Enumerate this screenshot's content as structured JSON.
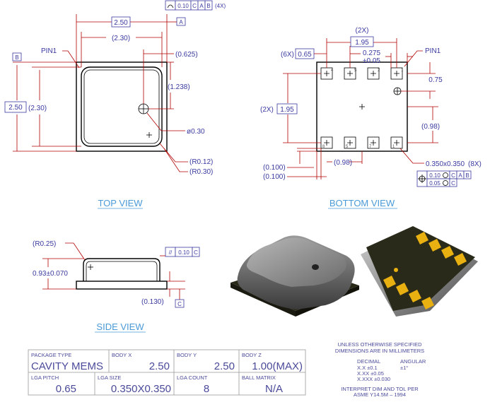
{
  "top_view": {
    "view_label": "TOP VIEW",
    "dim_2_50": "2.50",
    "dim_2_30": "(2.30)",
    "dim_0_625": "(0.625)",
    "dim_1_238": "(1.238)",
    "dim_left_2_50": "2.50",
    "dim_left_2_30": "(2.30)",
    "pin1": "PIN1",
    "dim_dia": "ø0.30",
    "dim_r012": "(R0.12)",
    "dim_r030": "(R0.30)",
    "fcf_tol": "0.10",
    "fcf_ref_c": "C",
    "fcf_ref_a": "A",
    "fcf_ref_b": "B",
    "fcf_count": "(4X)",
    "datum_a": "A",
    "datum_b": "B"
  },
  "bottom_view": {
    "view_label": "BOTTOM VIEW",
    "dim_2x_top": "(2X)",
    "dim_1_95_top": "1.95",
    "dim_6x": "(6X)",
    "dim_0_65": "0.65",
    "dim_0_275": "0.275",
    "dim_0_275_tol": "±0.05",
    "pin1": "PIN1",
    "dim_0_75": "0.75",
    "dim_2x_left": "(2X)",
    "dim_1_95_left": "1.95",
    "dim_0_98_right": "(0.98)",
    "dim_0_98_bottom": "(0.98)",
    "dim_0_100_a": "(0.100)",
    "dim_0_100_b": "(0.100)",
    "dim_pad": "0.350x0.350",
    "dim_pad_count": "(8X)",
    "fcf1_tol": "0.10",
    "fcf1_refs": [
      "C",
      "A",
      "B"
    ],
    "fcf2_tol": "0.05",
    "fcf2_ref": "C",
    "pad_numbers_top": [
      "4",
      "5",
      "2",
      "1"
    ],
    "pad_numbers_bottom": [
      "8",
      "5",
      "7",
      "1"
    ]
  },
  "side_view": {
    "view_label": "SIDE VIEW",
    "dim_r025": "(R0.25)",
    "dim_height": "0.93±0.070",
    "dim_0_130": "(0.130)",
    "fcf_tol": "0.10",
    "fcf_ref": "C",
    "datum_c": "C"
  },
  "notes": {
    "line1": "UNLESS OTHERWISE SPECIFIED",
    "line2": "DIMENSIONS ARE IN MILLIMETERS",
    "decimal_label": "DECIMAL",
    "angular_label": "ANGULAR",
    "dec1": "X.X  ±0.1",
    "dec2": "X.XX  ±0.05",
    "dec3": "X.XXX  ±0.030",
    "ang1": "±1°",
    "interp1": "INTERPRET DIM AND TOL PER",
    "interp2": "ASME Y14.5M  –  1994"
  },
  "spec_table": {
    "rows": [
      [
        {
          "label": "PACKAGE TYPE",
          "value": "CAVITY MEMS"
        },
        {
          "label": "BODY X",
          "value": "2.50"
        },
        {
          "label": "BODY Y",
          "value": "2.50"
        },
        {
          "label": "BODY Z",
          "value": "1.00(MAX)"
        }
      ],
      [
        {
          "label": "LGA PITCH",
          "value": "0.65"
        },
        {
          "label": "LGA SIZE",
          "value": "0.350X0.350"
        },
        {
          "label": "LGA COUNT",
          "value": "8"
        },
        {
          "label": "BALL MATRIX",
          "value": "N/A"
        }
      ]
    ]
  },
  "colors": {
    "dimension_text": "#3a3aa0",
    "dimension_line": "#b00000",
    "view_label": "#4a9ad8",
    "pad_gold": "#e8b010",
    "body_grey": "#8a8a8a",
    "substrate": "#2a2a18"
  }
}
